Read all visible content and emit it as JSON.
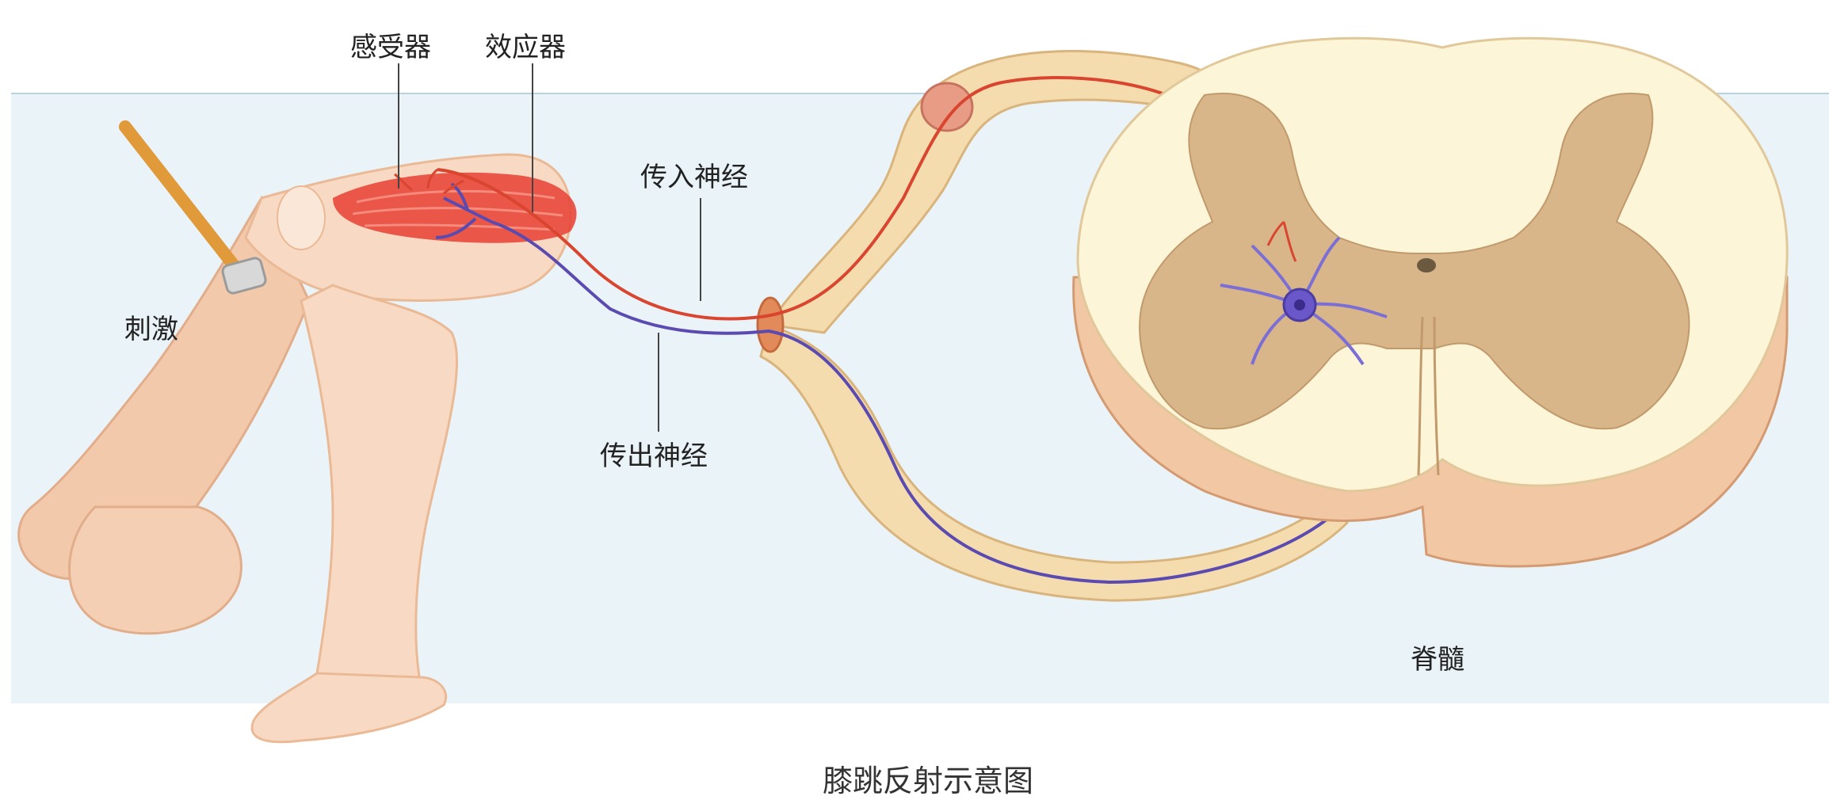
{
  "figure": {
    "caption": "膝跳反射示意图",
    "labels": {
      "receptor": "感受器",
      "effector": "效应器",
      "afferent_nerve": "传入神经",
      "efferent_nerve": "传出神经",
      "stimulus": "刺激",
      "spinal_cord": "脊髓"
    }
  },
  "colors": {
    "background": "#ffffff",
    "panel": "#eaf3f8",
    "skin": "#f8d9c3",
    "skin_shadow": "#eab995",
    "muscle": "#e8473a",
    "afferent": "#d9452f",
    "efferent": "#5b4bb0",
    "nerve_sheath": "#f4dcae",
    "spinal_white": "#fdf5d8",
    "spinal_grey": "#d9b58a",
    "spinal_side": "#f2c7a4",
    "hammer_handle": "#e09a3a",
    "hammer_head": "#d8d8d8"
  }
}
